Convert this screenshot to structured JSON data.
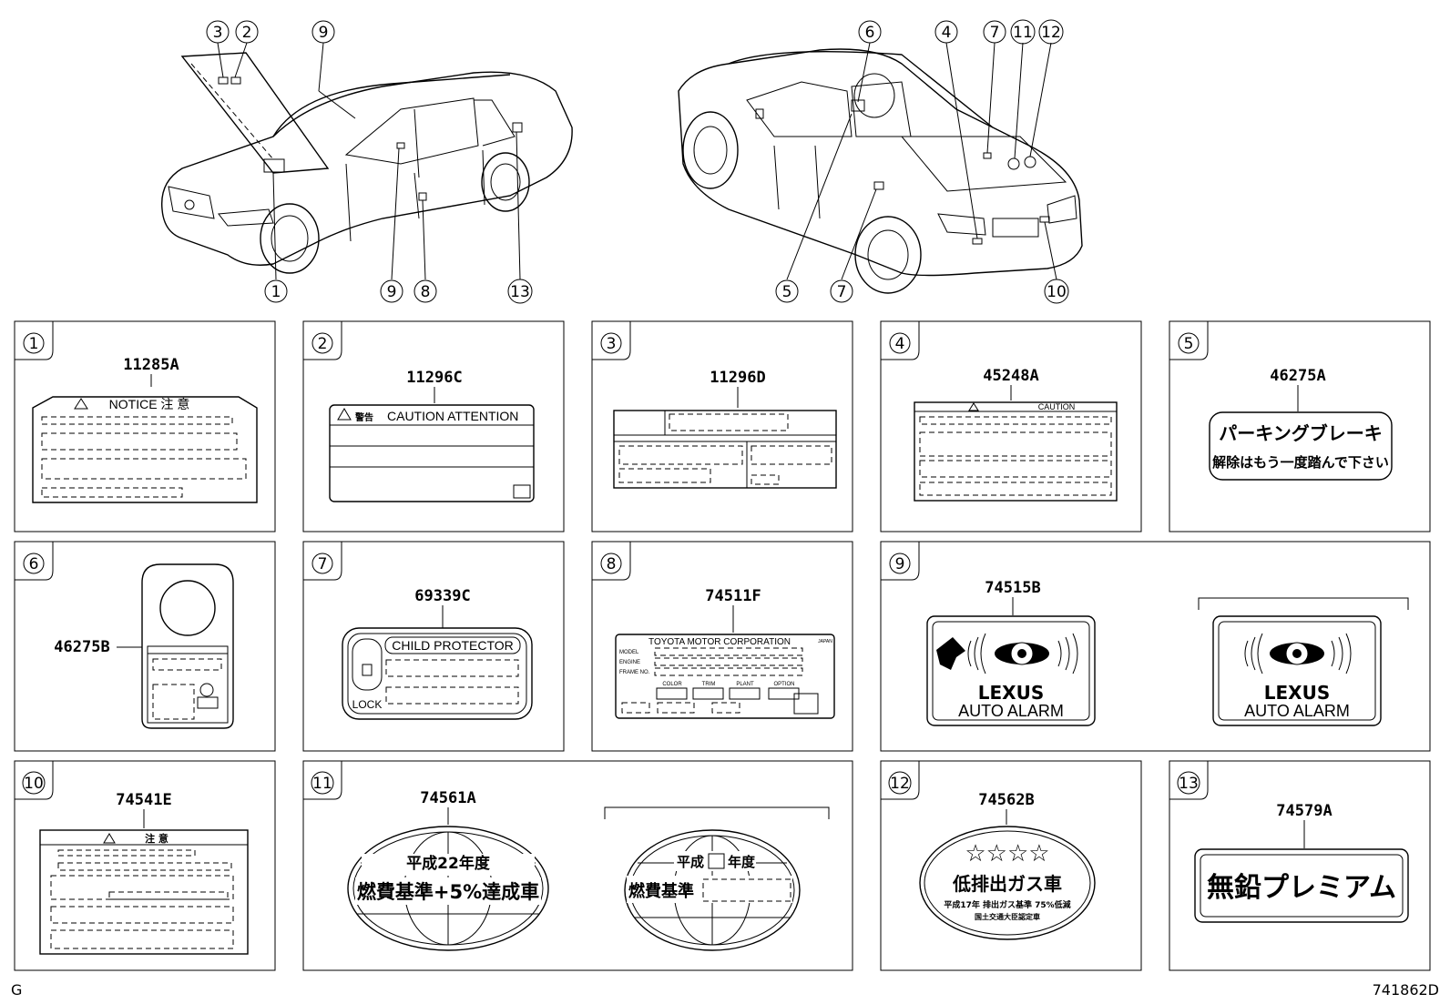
{
  "corner_left": "G",
  "diagram_id": "741862D",
  "callouts": {
    "n1": "1",
    "n2": "2",
    "n3": "3",
    "n4": "4",
    "n5": "5",
    "n6": "6",
    "n7": "7",
    "n8": "8",
    "n9": "9",
    "n10": "10",
    "n11": "11",
    "n12": "12",
    "n13": "13"
  },
  "panels": {
    "p1": {
      "num": "1",
      "part": "11285A",
      "header": "NOTICE 注 意"
    },
    "p2": {
      "num": "2",
      "part": "11296C",
      "header_prefix": "警告",
      "header": "CAUTION ATTENTION"
    },
    "p3": {
      "num": "3",
      "part": "11296D"
    },
    "p4": {
      "num": "4",
      "part": "45248A",
      "header": "CAUTION"
    },
    "p5": {
      "num": "5",
      "part": "46275A",
      "line1": "パーキングブレーキ",
      "line2": "解除はもう一度踏んで下さい"
    },
    "p6": {
      "num": "6",
      "part": "46275B"
    },
    "p7": {
      "num": "7",
      "part": "69339C",
      "header": "CHILD PROTECTOR",
      "lock": "LOCK"
    },
    "p8": {
      "num": "8",
      "part": "74511F",
      "header": "TOYOTA MOTOR CORPORATION",
      "rows": [
        "MODEL",
        "ENGINE",
        "FRAME NO."
      ],
      "cols": [
        "COLOR",
        "TRIM",
        "PLANT",
        "OPTION"
      ],
      "side": "JAPAN"
    },
    "p9": {
      "num": "9",
      "part": "74515B",
      "brand": "LEXUS",
      "text": "AUTO ALARM"
    },
    "p10": {
      "num": "10",
      "part": "74541E",
      "header": "注 意"
    },
    "p11": {
      "num": "11",
      "part": "74561A",
      "line1": "平成22年度",
      "line2": "燃費基準+5%達成車",
      "alt_line1a": "平成",
      "alt_line1b": "年度",
      "alt_line2": "燃費基準"
    },
    "p12": {
      "num": "12",
      "part": "74562B",
      "stars": "☆☆☆☆",
      "line1": "低排出ガス車",
      "line2": "平成17年 排出ガス基準 75%低減",
      "line3": "国土交通大臣認定車"
    },
    "p13": {
      "num": "13",
      "part": "74579A",
      "text": "無鉛プレミアム"
    }
  }
}
